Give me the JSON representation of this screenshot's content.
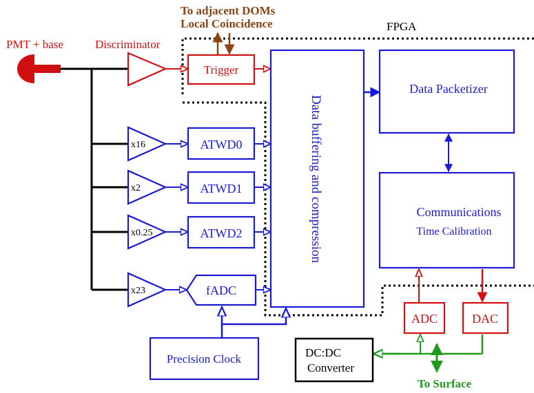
{
  "colors": {
    "red": "#d01010",
    "blue": "#1a1ad6",
    "brown": "#8b4513",
    "green": "#1f9a1f",
    "black": "#000000"
  },
  "labels": {
    "adjacent_line1": "To adjacent DOMs",
    "adjacent_line2": "Local Coincidence",
    "fpga": "FPGA",
    "pmt": "PMT + base",
    "discriminator": "Discriminator",
    "trigger": "Trigger",
    "data_buffering": "Data buffering and compression",
    "data_packetizer": "Data Packetizer",
    "comm_line1": "Communications",
    "comm_line2": "Time Calibration",
    "atwd0": "ATWD0",
    "atwd1": "ATWD1",
    "atwd2": "ATWD2",
    "fadc": "fADC",
    "precision_clock": "Precision Clock",
    "adc": "ADC",
    "dac": "DAC",
    "dcdc_line1": "DC:DC",
    "dcdc_line2": "Converter",
    "to_surface": "To Surface",
    "amp_x16": "x16",
    "amp_x2": "x2",
    "amp_x025": "x0.25",
    "amp_x23": "x23"
  }
}
